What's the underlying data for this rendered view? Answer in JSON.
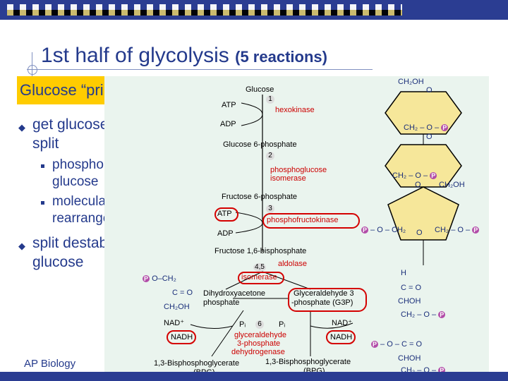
{
  "slide": {
    "title": "1st half of glycolysis",
    "title_sub": "(5 reactions)",
    "priming_label": "Glucose “priming”",
    "bullet1": "get glucose ready to split",
    "sub1": "phosphorylate glucose",
    "sub2": "molecular rearrangement",
    "bullet2": "split destabilized glucose",
    "footer": "AP Biology"
  },
  "pathway": {
    "glucose": "Glucose",
    "atp1": "ATP",
    "step1": "1",
    "hexokinase": "hexokinase",
    "adp1": "ADP",
    "g6p": "Glucose 6-phosphate",
    "step2": "2",
    "pgi": "phosphoglucose isomerase",
    "f6p": "Fructose 6-phosphate",
    "atp2": "ATP",
    "step3": "3",
    "pfk": "phosphofructokinase",
    "adp2": "ADP",
    "f16bp": "Fructose 1,6-bisphosphate",
    "step45": "4,5",
    "aldolase": "aldolase",
    "isomerase": "isomerase",
    "dhap_line1": "Dihydroxyacetone",
    "dhap_line2": "phosphate",
    "g3p_line1": "Glyceraldehyde 3",
    "g3p_line2": "-phosphate (G3P)",
    "nad_left": "NAD⁺",
    "nad_right": "NAD⁺",
    "nadh_left": "NADH",
    "nadh_right": "NADH",
    "pi_left": "Pᵢ",
    "pi_right": "Pᵢ",
    "step6": "6",
    "gapdh1": "glyceraldehyde",
    "gapdh2": "3-phosphate",
    "gapdh3": "dehydrogenase",
    "bpg_left": "1,3-Bisphosphoglycerate",
    "bpg_right": "1,3-Bisphosphoglycerate",
    "bpg_abbr_left": "(BPG)",
    "bpg_abbr_right": "(BPG)"
  },
  "structures": {
    "ch2oh": "CH₂OH",
    "o": "O",
    "ch2": "CH₂",
    "p": "P",
    "h": "H",
    "c_eq_o": "C = O",
    "choh": "CHOH",
    "dhap_top": "O–CH₂",
    "dhap_mid": "C = O",
    "dhap_bot": "CH₂OH"
  },
  "colors": {
    "slide_blue": "#243a8c",
    "priming_bg": "#ffcc00",
    "panel_bg": "#eaf4ee",
    "hexagon_fill": "#f6e79a",
    "enzyme_red": "#cc0000",
    "phosphate": "#b24ca8"
  }
}
